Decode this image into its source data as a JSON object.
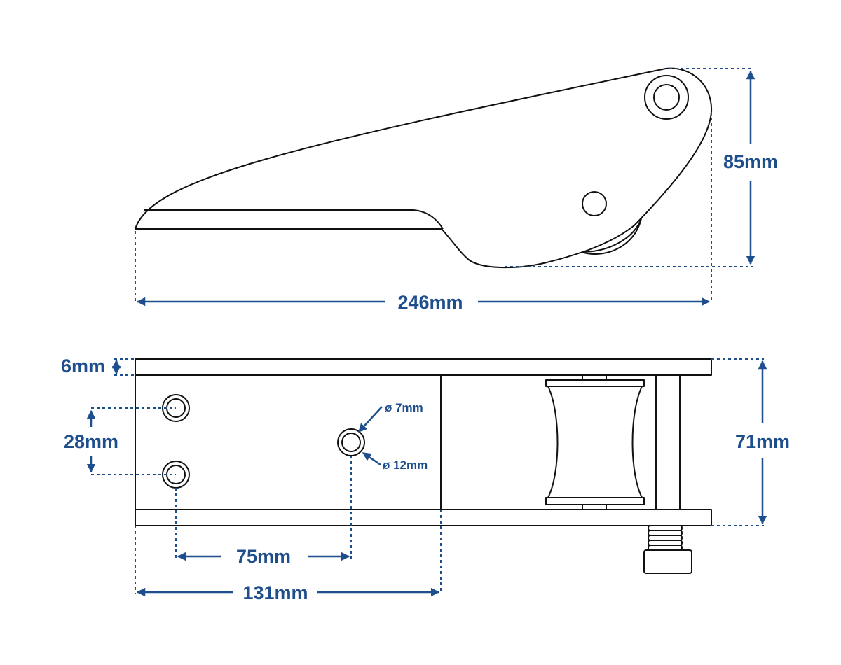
{
  "colors": {
    "dimension": "#1f4e8c",
    "outline": "#111111",
    "background": "#ffffff"
  },
  "dimensions": {
    "side_length": "246mm",
    "side_height": "85mm",
    "plate_thickness": "6mm",
    "hole_spacing": "28mm",
    "hole_inner_dia": "ø 7mm",
    "hole_outer_dia": "ø 12mm",
    "width": "71mm",
    "hole_offset": "75mm",
    "base_length": "131mm"
  }
}
